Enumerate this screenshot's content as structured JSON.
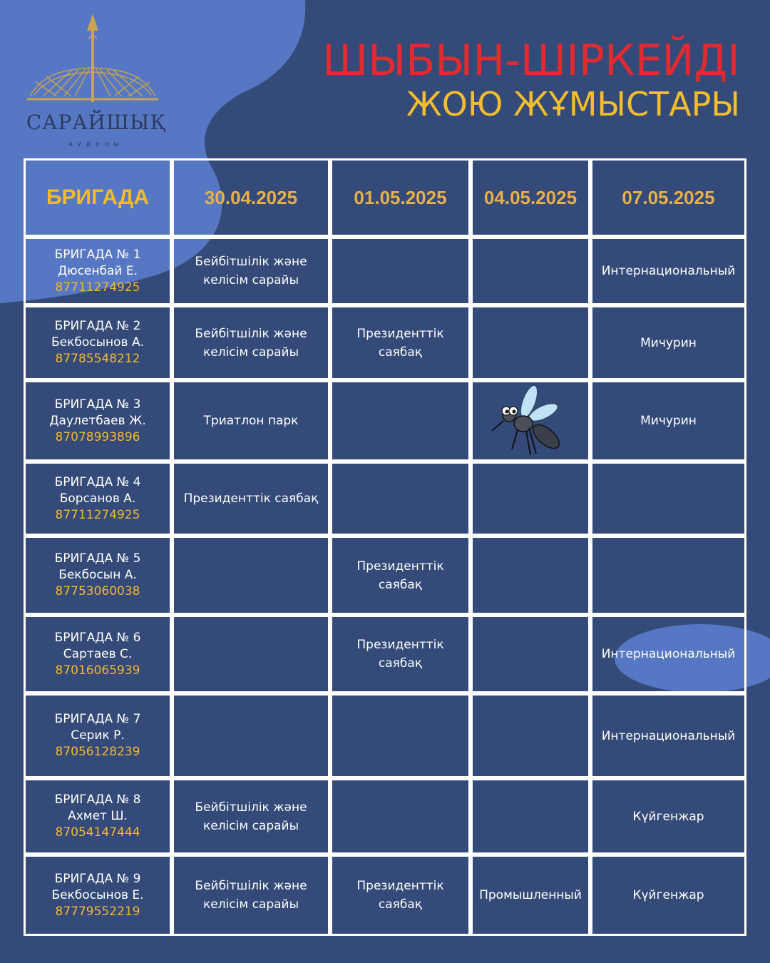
{
  "logo": {
    "name": "САРАЙШЫҚ",
    "subtitle": "АУДАНЫ"
  },
  "title": {
    "line1": "ШЫБЫН-ШІРКЕЙДІ",
    "line2": "ЖОЮ ЖҰМЫСТАРЫ"
  },
  "colors": {
    "background": "#344a78",
    "accent_blob": "#5677c4",
    "title_red": "#e42a2f",
    "title_yellow": "#f3bd2d",
    "phone": "#f5b82e"
  },
  "icons": {
    "mosquito": "mosquito-icon"
  },
  "table": {
    "headers": [
      "БРИГАДА",
      "30.04.2025",
      "01.05.2025",
      "04.05.2025",
      "07.05.2025"
    ],
    "rows": [
      {
        "brigade": "БРИГАДА № 1",
        "leader": "Дюсенбай Е.",
        "phone": "87711274925",
        "cells": [
          "Бейбітшілік және келісім сарайы",
          "",
          "",
          "Интернациональный"
        ]
      },
      {
        "brigade": "БРИГАДА № 2",
        "leader": "Бекбосынов А.",
        "phone": "87785548212",
        "cells": [
          "Бейбітшілік және келісім сарайы",
          "Президенттік саябақ",
          "",
          "Мичурин"
        ]
      },
      {
        "brigade": "БРИГАДА № 3",
        "leader": "Даулетбаев Ж.",
        "phone": "87078993896",
        "cells": [
          "Триатлон парк",
          "",
          "",
          "Мичурин"
        ]
      },
      {
        "brigade": "БРИГАДА № 4",
        "leader": "Борсанов А.",
        "phone": "87711274925",
        "cells": [
          "Президенттік саябақ",
          "",
          "",
          ""
        ]
      },
      {
        "brigade": "БРИГАДА № 5",
        "leader": "Бекбосын А.",
        "phone": "87753060038",
        "cells": [
          "",
          "Президенттік саябақ",
          "",
          ""
        ]
      },
      {
        "brigade": "БРИГАДА № 6",
        "leader": "Сартаев С.",
        "phone": "87016065939",
        "cells": [
          "",
          "Президенттік саябақ",
          "",
          "Интернациональный"
        ]
      },
      {
        "brigade": "БРИГАДА № 7",
        "leader": "Серик Р.",
        "phone": "87056128239",
        "cells": [
          "",
          "",
          "",
          "Интернациональный"
        ]
      },
      {
        "brigade": "БРИГАДА № 8",
        "leader": "Ахмет Ш.",
        "phone": "87054147444",
        "cells": [
          "Бейбітшілік және келісім сарайы",
          "",
          "",
          "Күйгенжар"
        ]
      },
      {
        "brigade": "БРИГАДА № 9",
        "leader": "Бекбосынов Е.",
        "phone": "87779552219",
        "cells": [
          "Бейбітшілік және келісім сарайы",
          "Президенттік саябақ",
          "Промышленный",
          "Күйгенжар"
        ]
      }
    ]
  }
}
